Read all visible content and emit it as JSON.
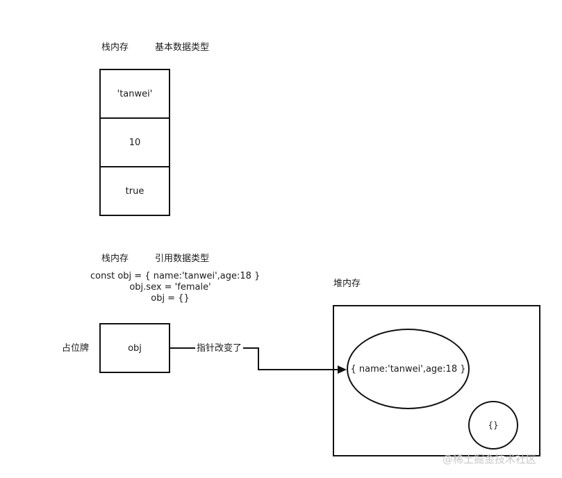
{
  "section1": {
    "stack_label": "栈内存",
    "type_label": "基本数据类型",
    "cells": [
      "'tanwei'",
      "10",
      "true"
    ]
  },
  "section2": {
    "stack_label": "栈内存",
    "type_label": "引用数据类型",
    "code_lines": [
      "const obj = { name:'tanwei',age:18 }",
      "obj.sex = 'female'",
      "obj = {}"
    ],
    "placeholder_label": "占位牌",
    "stack_cell": "obj",
    "edge_label": "指针改变了"
  },
  "heap": {
    "label": "堆内存",
    "object1": "{ name:'tanwei',age:18 }",
    "object2": "{}"
  },
  "watermark": "@稀土掘金技术社区"
}
